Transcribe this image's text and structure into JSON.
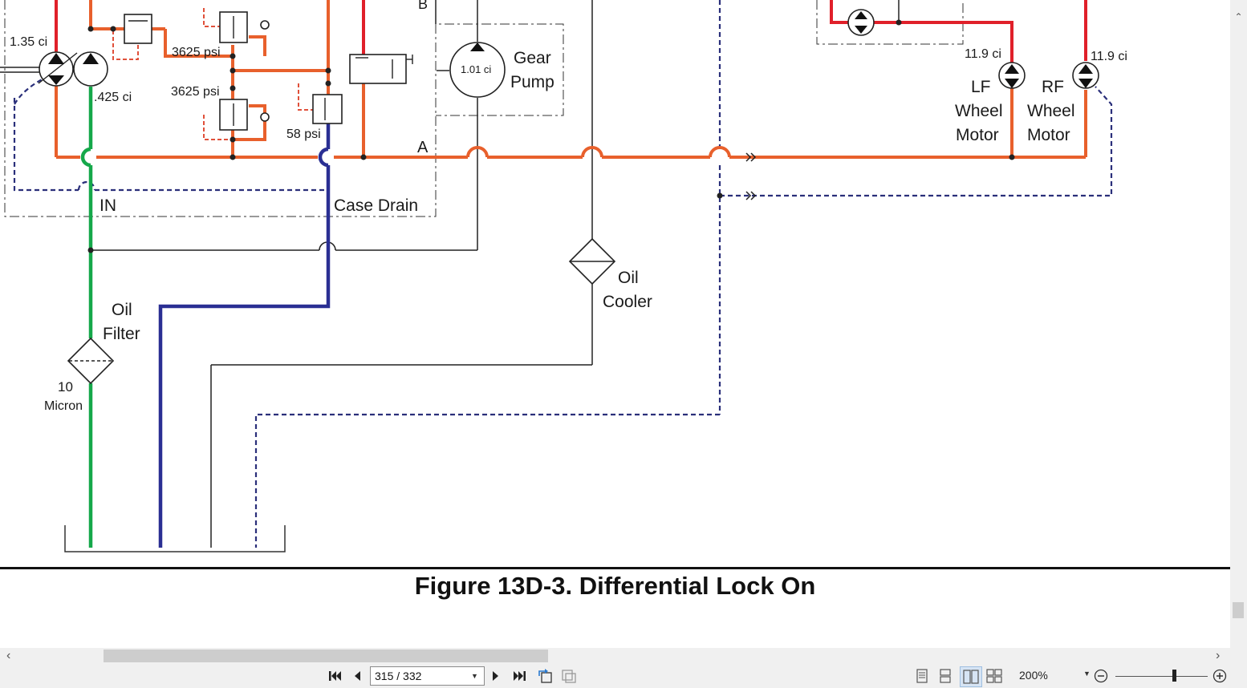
{
  "diagram": {
    "labels": {
      "pump_disp_main": "1.35 ci",
      "pump_disp_charge": ".425 ci",
      "relief_top": "3625 psi",
      "relief_mid": "3625 psi",
      "case_relief": "58 psi",
      "gear_pump_disp": "1.01 ci",
      "gear_pump_l1": "Gear",
      "gear_pump_l2": "Pump",
      "port_a": "A",
      "port_b": "B",
      "lf_disp": "11.9 ci",
      "rf_disp": "11.9 ci",
      "lf_l1": "LF",
      "lf_l2": "Wheel",
      "lf_l3": "Motor",
      "rf_l1": "RF",
      "rf_l2": "Wheel",
      "rf_l3": "Motor",
      "in_label": "IN",
      "case_drain": "Case Drain",
      "oil_filter_l1": "Oil",
      "oil_filter_l2": "Filter",
      "filter_rating_l1": "10",
      "filter_rating_l2": "Micron",
      "oil_cooler_l1": "Oil",
      "oil_cooler_l2": "Cooler"
    },
    "colors": {
      "pressure": "#e8602c",
      "high_pressure": "#e0202a",
      "suction": "#15a84a",
      "case_drain": "#2a2f93",
      "pilot": "#2a2f7a",
      "return": "#222222"
    }
  },
  "caption": "Figure 13D-3. Differential Lock On",
  "toolbar": {
    "first_page_icon": "first-page-icon",
    "prev_page_icon": "prev-page-icon",
    "page_value": "315 / 332",
    "next_page_icon": "next-page-icon",
    "last_page_icon": "last-page-icon",
    "zoom_value": "200%"
  }
}
